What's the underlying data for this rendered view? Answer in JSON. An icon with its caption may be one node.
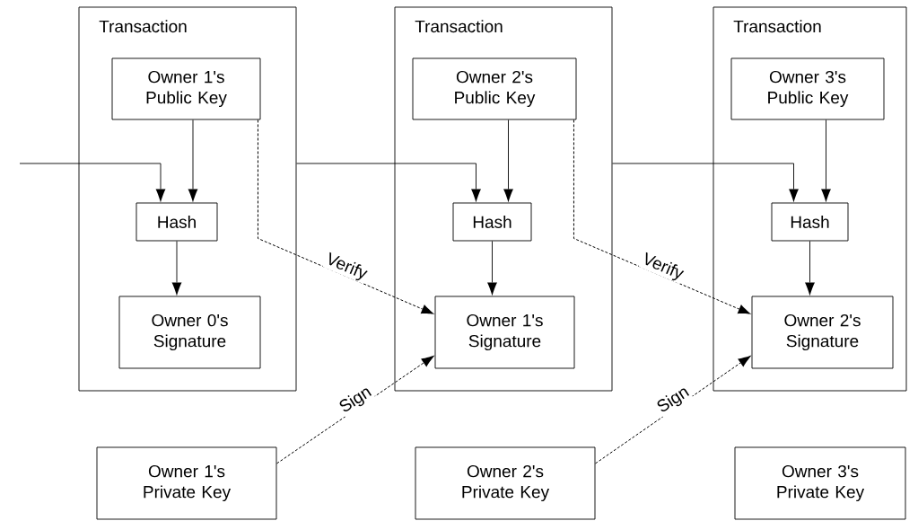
{
  "diagram": {
    "nodes": [
      {
        "text": [
          "Transaction"
        ]
      },
      {
        "text": [
          "Owner 1's Public Key"
        ],
        "in": 0
      },
      {
        "text": [
          "Hash"
        ],
        "in": 0
      },
      {
        "text": [
          "Owner 0's Signature"
        ],
        "in": 0
      },
      {
        "text": [
          "Transaction"
        ]
      },
      {
        "text": [
          "Owner 2's Public Key"
        ],
        "in": 4
      },
      {
        "text": [
          "Hash"
        ],
        "in": 4
      },
      {
        "text": [
          "Owner 1's Signature"
        ],
        "in": 4
      },
      {
        "text": [
          "Transaction"
        ]
      },
      {
        "text": [
          "Owner 3's Public Key"
        ],
        "in": 8
      },
      {
        "text": [
          "Hash"
        ],
        "in": 8
      },
      {
        "text": [
          "Owner 2's Signature"
        ],
        "in": 8
      },
      {
        "text": [
          "Owner 1's Private Key"
        ]
      },
      {
        "text": [
          "Owner 2's Private Key"
        ]
      },
      {
        "text": [
          "Owner 3's Private Key"
        ]
      }
    ],
    "edges": [
      {
        "from": null,
        "to": 2,
        "arrow": "to"
      },
      {
        "from": 1,
        "to": 2,
        "arrow": "to"
      },
      {
        "from": 2,
        "to": 3,
        "arrow": "to"
      },
      {
        "from": 0,
        "to": 6,
        "arrow": "to"
      },
      {
        "from": 5,
        "to": 6,
        "arrow": "to"
      },
      {
        "from": 6,
        "to": 7,
        "arrow": "to"
      },
      {
        "from": 4,
        "to": 10,
        "arrow": "to"
      },
      {
        "from": 9,
        "to": 10,
        "arrow": "to"
      },
      {
        "from": 10,
        "to": 11,
        "arrow": "to"
      },
      {
        "from": 1,
        "to": 7,
        "arrow": "to",
        "label": "Verify",
        "style": "dashed"
      },
      {
        "from": 5,
        "to": 11,
        "arrow": "to",
        "label": "Verify",
        "style": "dashed"
      },
      {
        "from": 12,
        "to": 7,
        "arrow": "to",
        "label": "Sign",
        "style": "dashed"
      },
      {
        "from": 13,
        "to": 11,
        "arrow": "to",
        "label": "Sign",
        "style": "dashed"
      }
    ]
  }
}
